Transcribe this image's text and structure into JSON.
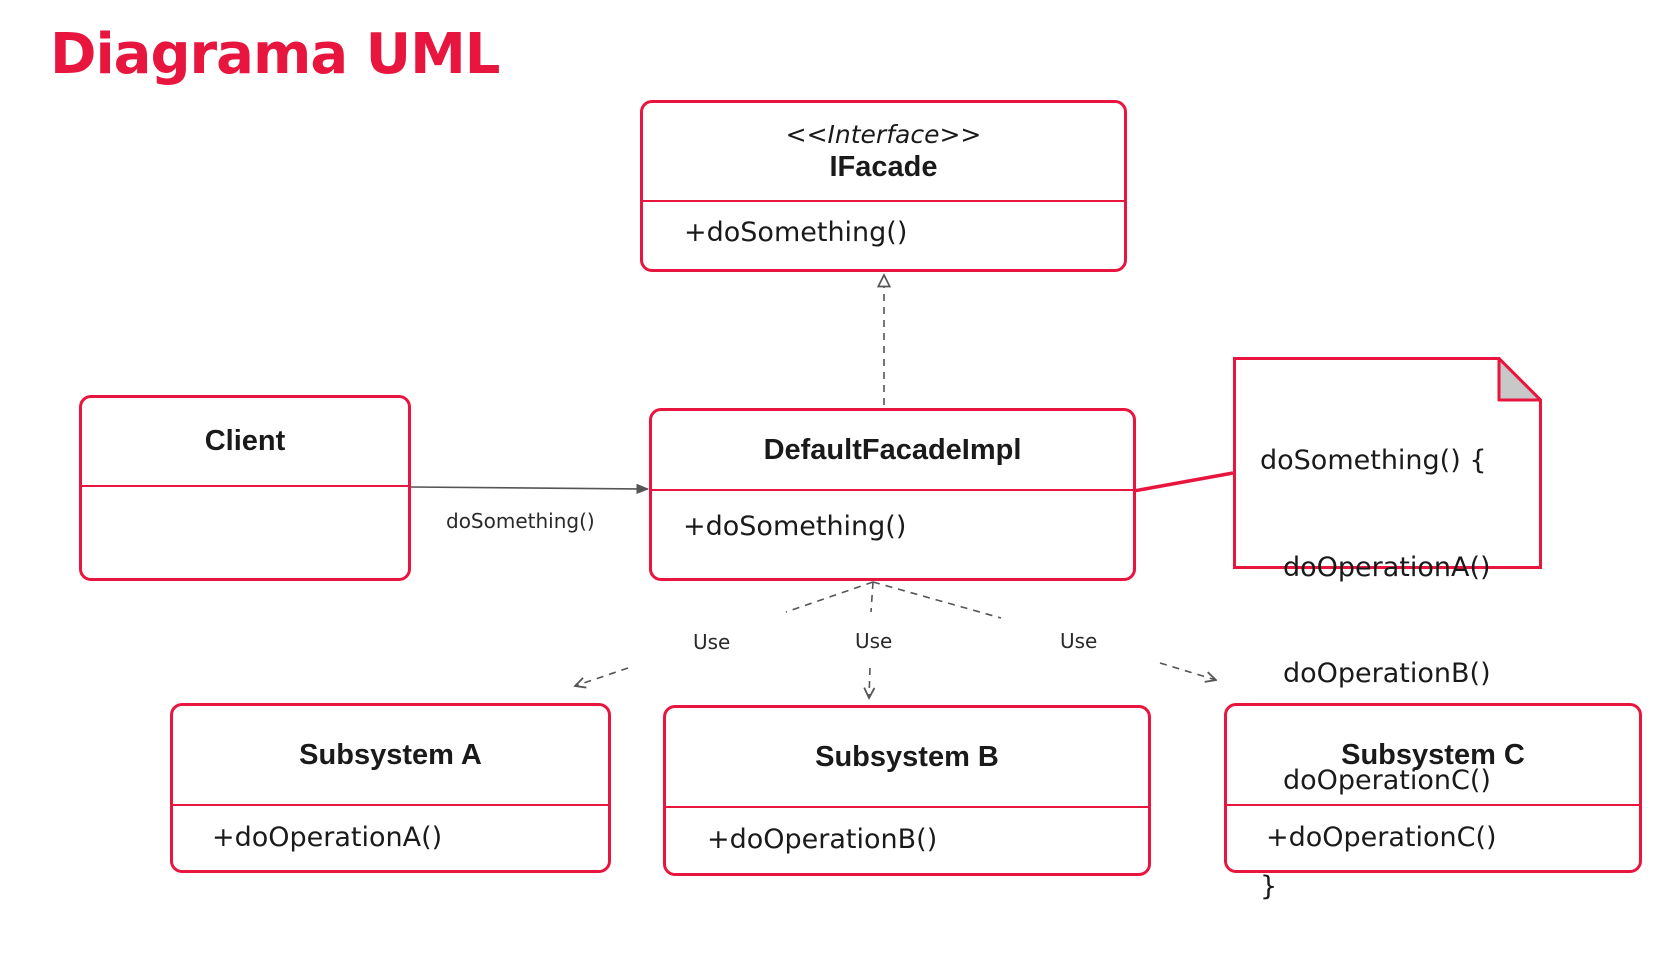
{
  "title": "Diagrama UML",
  "colors": {
    "accent": "#e8163f",
    "text": "#1a1a1a",
    "connector": "#555555",
    "note_fold": "#c8c8c8"
  },
  "classes": {
    "ifacade": {
      "stereotype": "<<Interface>>",
      "name": "IFacade",
      "operation": "+doSomething()"
    },
    "client": {
      "name": "Client"
    },
    "facade_impl": {
      "name": "DefaultFacadeImpl",
      "operation": "+doSomething()"
    },
    "subsystem_a": {
      "name": "Subsystem A",
      "operation": "+doOperationA()"
    },
    "subsystem_b": {
      "name": "Subsystem B",
      "operation": "+doOperationB()"
    },
    "subsystem_c": {
      "name": "Subsystem C",
      "operation": "+doOperationC()"
    }
  },
  "edges": {
    "client_call": "doSomething()",
    "use_a": "Use",
    "use_b": "Use",
    "use_c": "Use"
  },
  "note": {
    "lines": [
      "doSomething() {",
      "doOperationA()",
      "doOperationB()",
      "doOperationC()",
      "}"
    ]
  }
}
